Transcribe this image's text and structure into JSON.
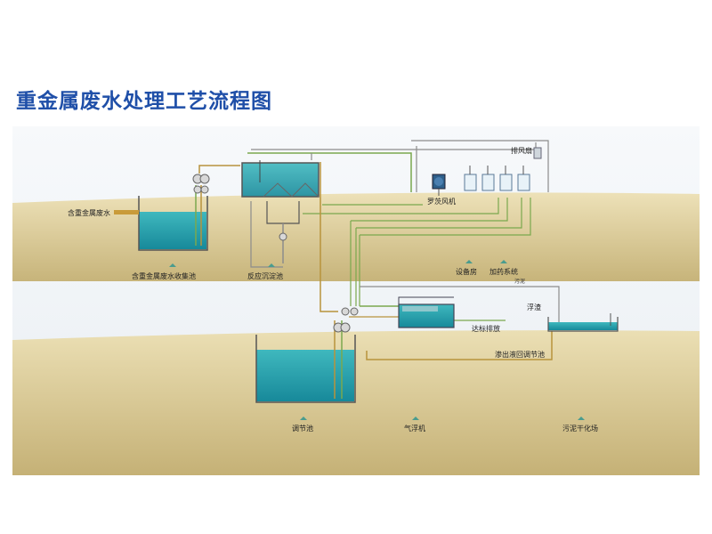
{
  "title": "重金属废水处理工艺流程图",
  "labels": {
    "inlet": "含重金属废水",
    "collection_tank": "含重金属废水收集池",
    "reaction_tank": "反应沉淀池",
    "equipment_room": "设备房",
    "dosing_system": "加药系统",
    "roots_blower": "罗茨风机",
    "exhaust_fan": "排风扇",
    "regulating_tank": "调节池",
    "air_flotation": "气浮机",
    "sludge_yard": "污泥干化场",
    "scum": "浮渣",
    "discharge": "达标排放",
    "seepage_return": "渗出液回调节池",
    "sludge_pipe": "污泥"
  },
  "colors": {
    "title": "#1f4fa8",
    "ground_top": "#e9dcb0",
    "ground_bottom": "#c9b67c",
    "water": "#1e9aa5",
    "pipe_green": "#7aa84e",
    "pipe_tan": "#b8933c",
    "pipe_gray": "#8c8c8c"
  }
}
